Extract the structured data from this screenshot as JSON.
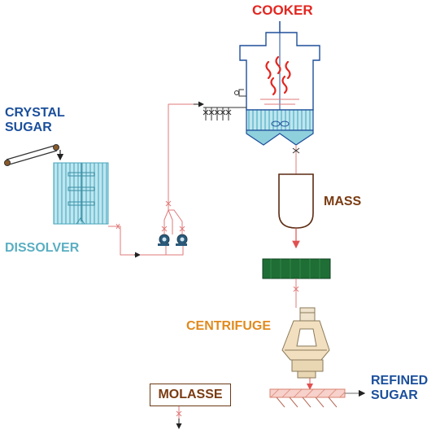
{
  "labels": {
    "cooker": "COOKER",
    "crystal_sugar_line1": "CRYSTAL",
    "crystal_sugar_line2": "SUGAR",
    "dissolver": "DISSOLVER",
    "mass": "MASS",
    "centrifuge": "CENTRIFUGE",
    "molasse": "MOLASSE",
    "refined_sugar_line1": "REFINED",
    "refined_sugar_line2": "SUGAR"
  },
  "colors": {
    "cooker_label": "#e32620",
    "crystal_sugar_label": "#1b4f9c",
    "dissolver_label": "#5aaec2",
    "mass_label": "#7a3b12",
    "centrifuge_label": "#e08a1e",
    "molasse_label": "#7a3b12",
    "refined_sugar_label": "#1b4f9c",
    "equipment_outline": "#1e4f9a",
    "pipe": "#e07a7a",
    "dissolver_fill": "#a8dde8",
    "filter_fill": "#1f6e35",
    "centrifuge_fill": "#f1dfc0",
    "conveyor_fill": "#f6c4bd",
    "steam": "#e32620"
  },
  "icons": [
    "pump-icon",
    "valve-icon",
    "arrow-icon",
    "stirrer-icon",
    "steam-icon",
    "gauge-icon"
  ]
}
